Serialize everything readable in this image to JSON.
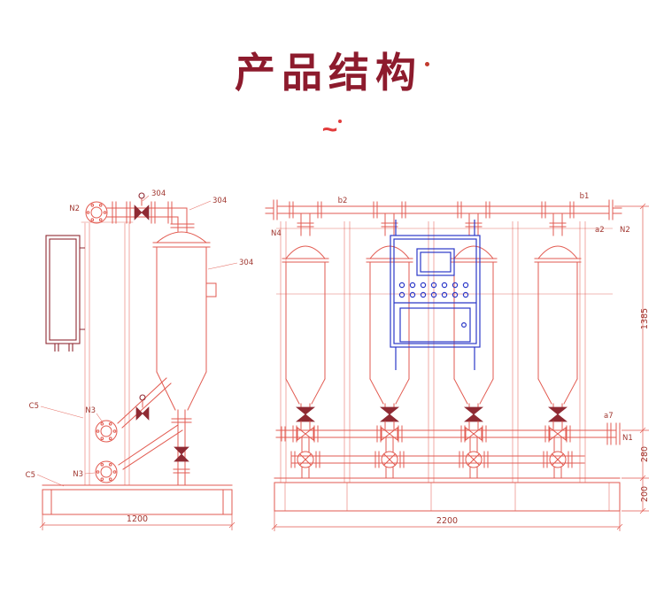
{
  "header": {
    "title": "产品结构",
    "divider": "~"
  },
  "colors": {
    "title": "#8d1b2d",
    "line": "#e25a50",
    "dark": "#8f2a33",
    "blue": "#2b38c8",
    "label": "#a0362f"
  },
  "left_view": {
    "labels": {
      "n2": "N2",
      "material_top": "304",
      "material_elbow": "304",
      "material_shell": "304",
      "n3_upper": "N3",
      "n3_lower": "N3",
      "c5_upper": "C5",
      "c5_lower": "C5"
    },
    "dimensions": {
      "width": "1200"
    }
  },
  "right_view": {
    "labels": {
      "n4": "N4",
      "b2": "b2",
      "b1": "b1",
      "a2": "a2",
      "n2": "N2",
      "a7": "a7",
      "n1": "N1"
    },
    "dimensions": {
      "width": "2200",
      "height": "1385",
      "mid": "280",
      "base": "200"
    }
  }
}
